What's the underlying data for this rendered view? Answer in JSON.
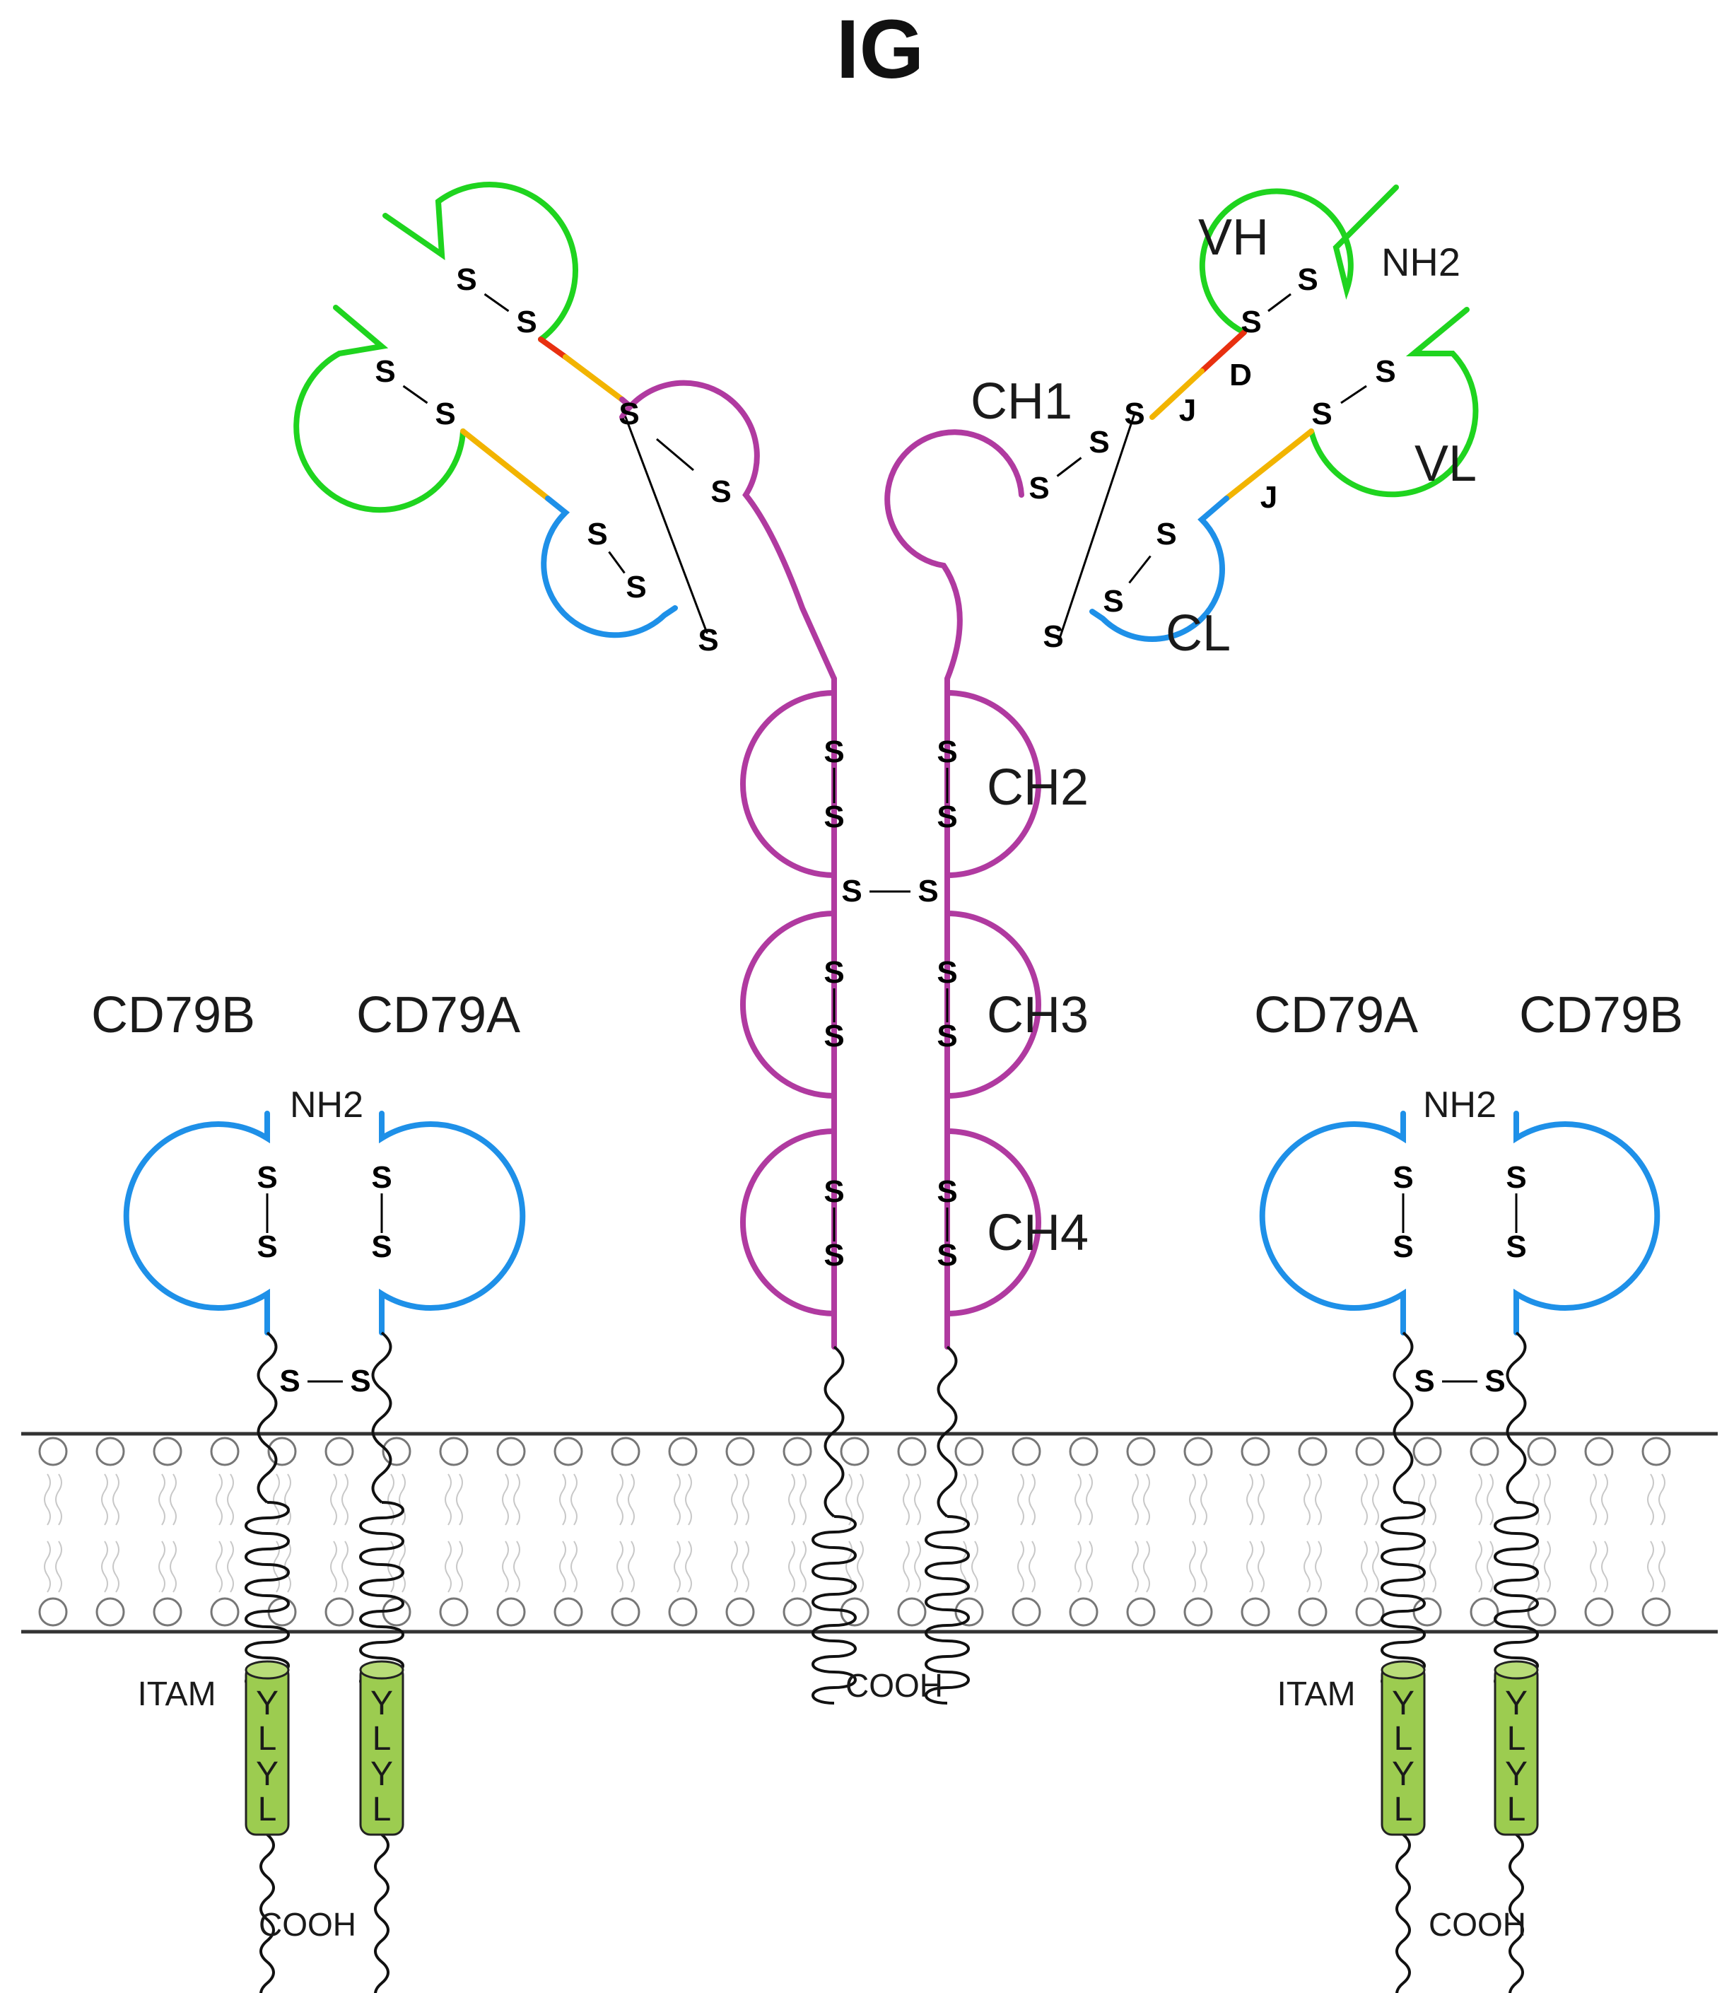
{
  "title": "IG",
  "colors": {
    "heavy_constant": "#b03aa0",
    "variable": "#1fd41f",
    "light_constant": "#1e90e8",
    "joining": "#f2b400",
    "diversity": "#e83010",
    "itam_fill": "#9ccc50",
    "membrane": "#333333"
  },
  "domains": {
    "vh": "VH",
    "vl": "VL",
    "cl": "CL",
    "ch1": "CH1",
    "ch2": "CH2",
    "ch3": "CH3",
    "ch4": "CH4"
  },
  "segments": {
    "d": "D",
    "j_heavy": "J",
    "j_light": "J"
  },
  "disulfide": "S",
  "terminals": {
    "nh2": "NH2",
    "cooh": "COOH"
  },
  "coreceptors": {
    "left": {
      "outer": "CD79B",
      "inner": "CD79A"
    },
    "right": {
      "inner": "CD79A",
      "outer": "CD79B"
    }
  },
  "itam": {
    "label": "ITAM",
    "motif": [
      "Y",
      "L",
      "Y",
      "L"
    ]
  }
}
